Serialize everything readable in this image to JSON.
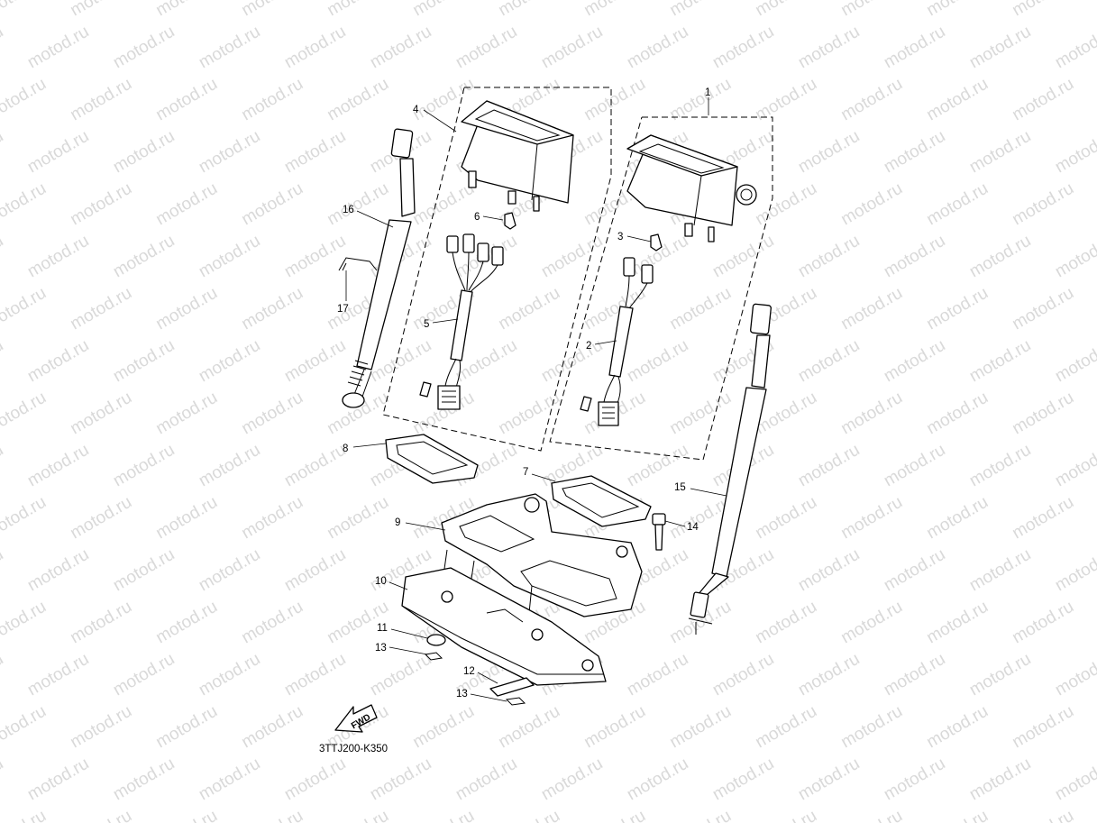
{
  "watermark": {
    "text": "motod.ru"
  },
  "diagram": {
    "code": "3TTJ200-K350",
    "fwd_label": "FWD",
    "callouts": [
      "1",
      "2",
      "3",
      "4",
      "5",
      "6",
      "7",
      "8",
      "9",
      "10",
      "11",
      "12",
      "13",
      "13",
      "14",
      "15",
      "16",
      "17"
    ]
  }
}
